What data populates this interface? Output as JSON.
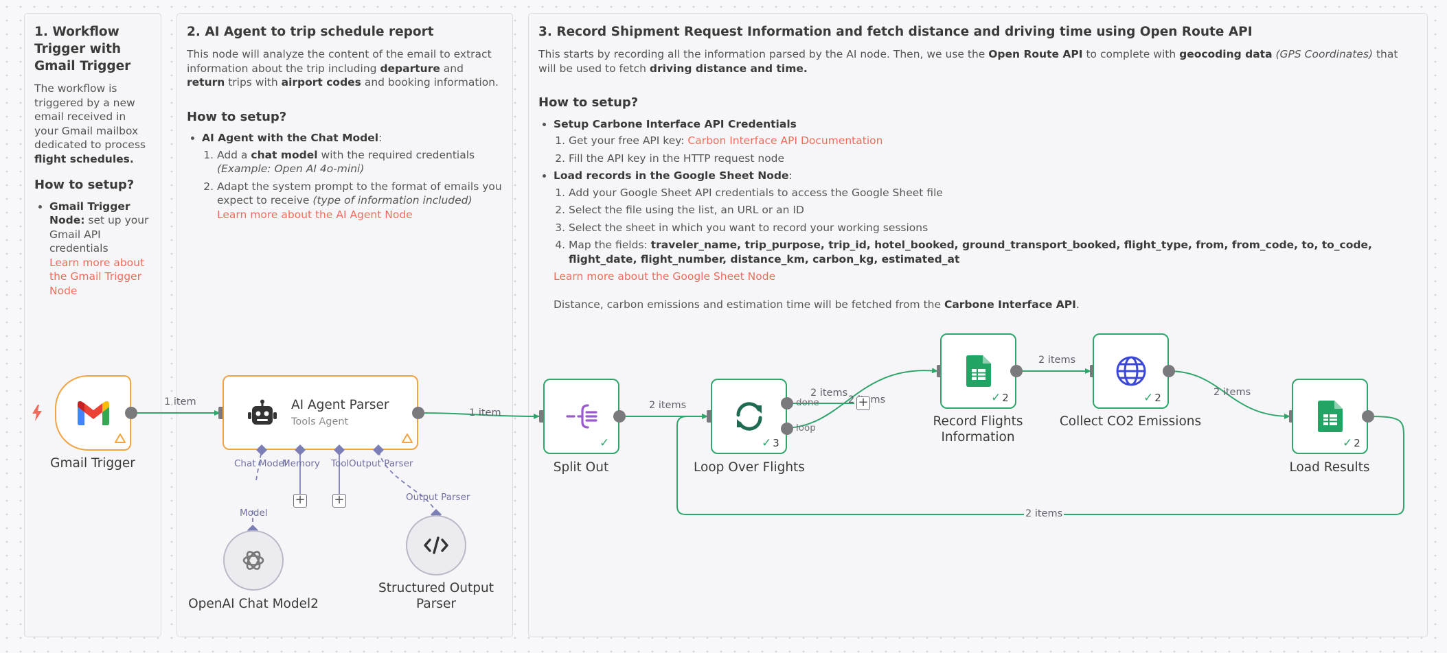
{
  "sticky1": {
    "title": "1. Workflow Trigger with Gmail Trigger",
    "intro_a": "The workflow is triggered by a new email received in your Gmail mailbox dedicated to process ",
    "intro_b": "flight schedules.",
    "setup_heading": "How to setup?",
    "item_bold": "Gmail Trigger Node:",
    "item_text": " set up your Gmail API credentials",
    "item_link": "Learn more about the Gmail Trigger Node"
  },
  "sticky2": {
    "title": "2. AI Agent to trip schedule report",
    "p_a": "This node will analyze the content of the email to extract information about the trip including ",
    "p_b": "departure",
    "p_c": " and ",
    "p_d": "return",
    "p_e": " trips with ",
    "p_f": "airport codes",
    "p_g": " and booking information.",
    "setup_heading": "How to setup?",
    "bullet": "AI Agent with the Chat Model",
    "bullet_colon": ":",
    "s1_a": "Add a ",
    "s1_b": "chat model",
    "s1_c": " with the required credentials ",
    "s1_d": "(Example: Open AI 4o-mini)",
    "s2_a": "Adapt the system prompt to the format of emails you expect to receive ",
    "s2_b": "(type of information included)",
    "link": "Learn more about the AI Agent Node"
  },
  "sticky3": {
    "title": "3. Record Shipment Request Information and fetch distance and driving time using Open Route API",
    "p_a": "This starts by recording all the information parsed by the AI node. Then, we use the ",
    "p_b": "Open Route API",
    "p_c": " to complete with ",
    "p_d": "geocoding data",
    "p_e": "(GPS Coordinates)",
    "p_f": " that will be used to fetch ",
    "p_g": "driving distance and time.",
    "setup_heading": "How to setup?",
    "b1": "Setup Carbone Interface API Credentials",
    "b1_s1": "Get your free API key: ",
    "b1_s1_link": "Carbon Interface API Documentation",
    "b1_s2": "Fill the API key in the HTTP request node",
    "b2_bold": "Load records in the Google Sheet Node",
    "b2_colon": ":",
    "b2_s1": "Add your Google Sheet API credentials to access the Google Sheet file",
    "b2_s2": "Select the file using the list, an URL or an ID",
    "b2_s3": "Select the sheet in which you want to record your working sessions",
    "b2_s4_a": "Map the fields: ",
    "b2_s4_fields": "traveler_name, trip_purpose, trip_id, hotel_booked, ground_transport_booked, flight_type, from, from_code, to, to_code, flight_date, flight_number, distance_km, carbon_kg, estimated_at",
    "b2_link": "Learn more about the Google Sheet Node",
    "footer_a": "Distance, carbon emissions and estimation time will be fetched from the ",
    "footer_b": "Carbone Interface API",
    "footer_c": "."
  },
  "nodes": {
    "gmail": "Gmail Trigger",
    "agent_title": "AI Agent Parser",
    "agent_sub": "Tools Agent",
    "openai": "OpenAI Chat Model2",
    "structured": "Structured Output Parser",
    "split": "Split Out",
    "loop": "Loop Over Flights",
    "record": "Record Flights Information",
    "co2": "Collect CO2 Emissions",
    "load": "Load Results"
  },
  "checks": {
    "loop": "3",
    "record": "2",
    "co2": "2",
    "load": "2"
  },
  "ports": {
    "chat_model": "Chat Model",
    "memory": "Memory",
    "tool": "Tool",
    "output_parser": "Output Parser",
    "model": "Model",
    "output_parser2": "Output Parser",
    "done": "done",
    "loop": "loop"
  },
  "edges": {
    "gmail_agent": "1 item",
    "agent_split": "1 item",
    "split_loop": "2 items",
    "loop_done": "2 items",
    "loop_record": "2 items",
    "record_co2": "2 items",
    "co2_load": "2 items",
    "load_loop": "2 items"
  },
  "colors": {
    "success": "#2fa56b",
    "agent_border": "#f1a340",
    "link": "#f06b5b",
    "subport": "#7b7fb5",
    "sheets": "#21a464",
    "globe": "#3b47d6",
    "split": "#9b59d0",
    "trigger_bolt": "#f06b5b"
  }
}
